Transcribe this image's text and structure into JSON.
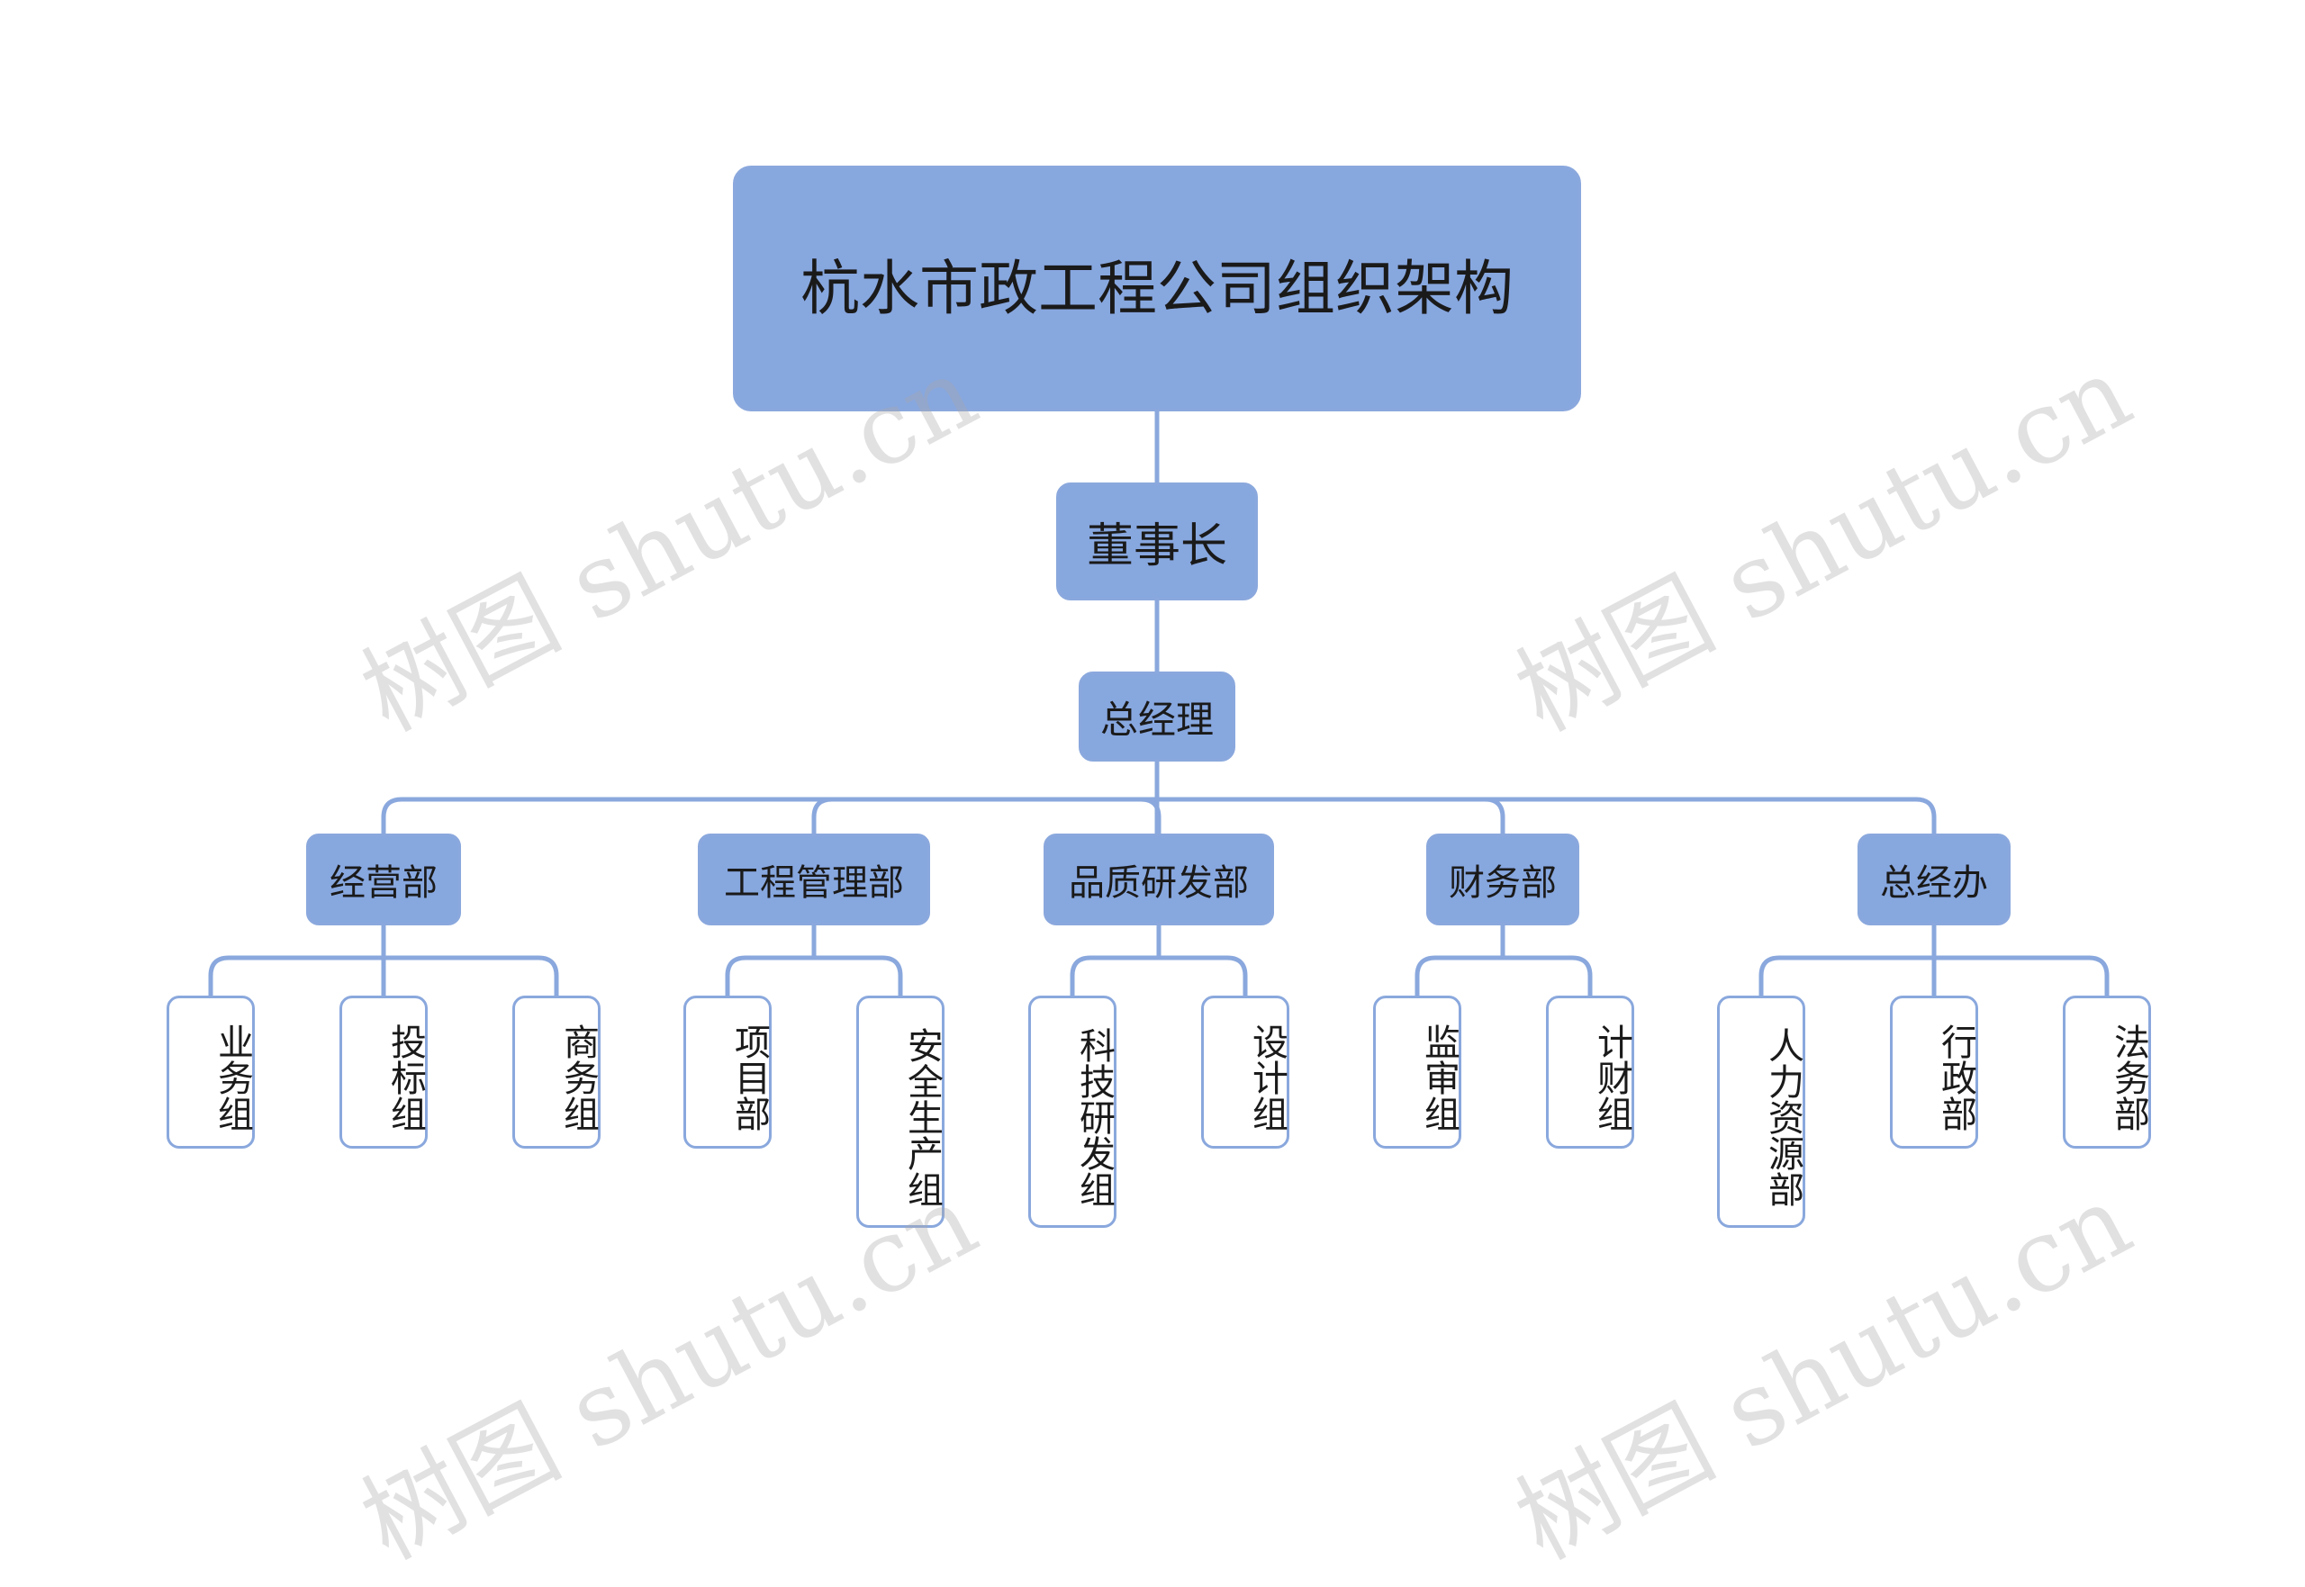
{
  "title": "杭水市政工程公司组织架构",
  "chairman": "董事长",
  "general_manager": "总经理",
  "departments": [
    {
      "name": "经营部",
      "groups": [
        "业务组",
        "投标组",
        "商务组"
      ]
    },
    {
      "name": "工程管理部",
      "groups": [
        "项目部",
        "安全生产组"
      ]
    },
    {
      "name": "品质研发部",
      "groups": [
        "科技研发组",
        "设计组"
      ]
    },
    {
      "name": "财务部",
      "groups": [
        "监审组",
        "计财组"
      ]
    },
    {
      "name": "总经办",
      "groups": [
        "人力资源部",
        "行政部",
        "法务部"
      ]
    }
  ],
  "watermark": "树图 shutu.cn",
  "colors": {
    "node_fill": "#87a7df",
    "connector": "#8aa8dd",
    "leaf_fill": "#ffffff"
  }
}
